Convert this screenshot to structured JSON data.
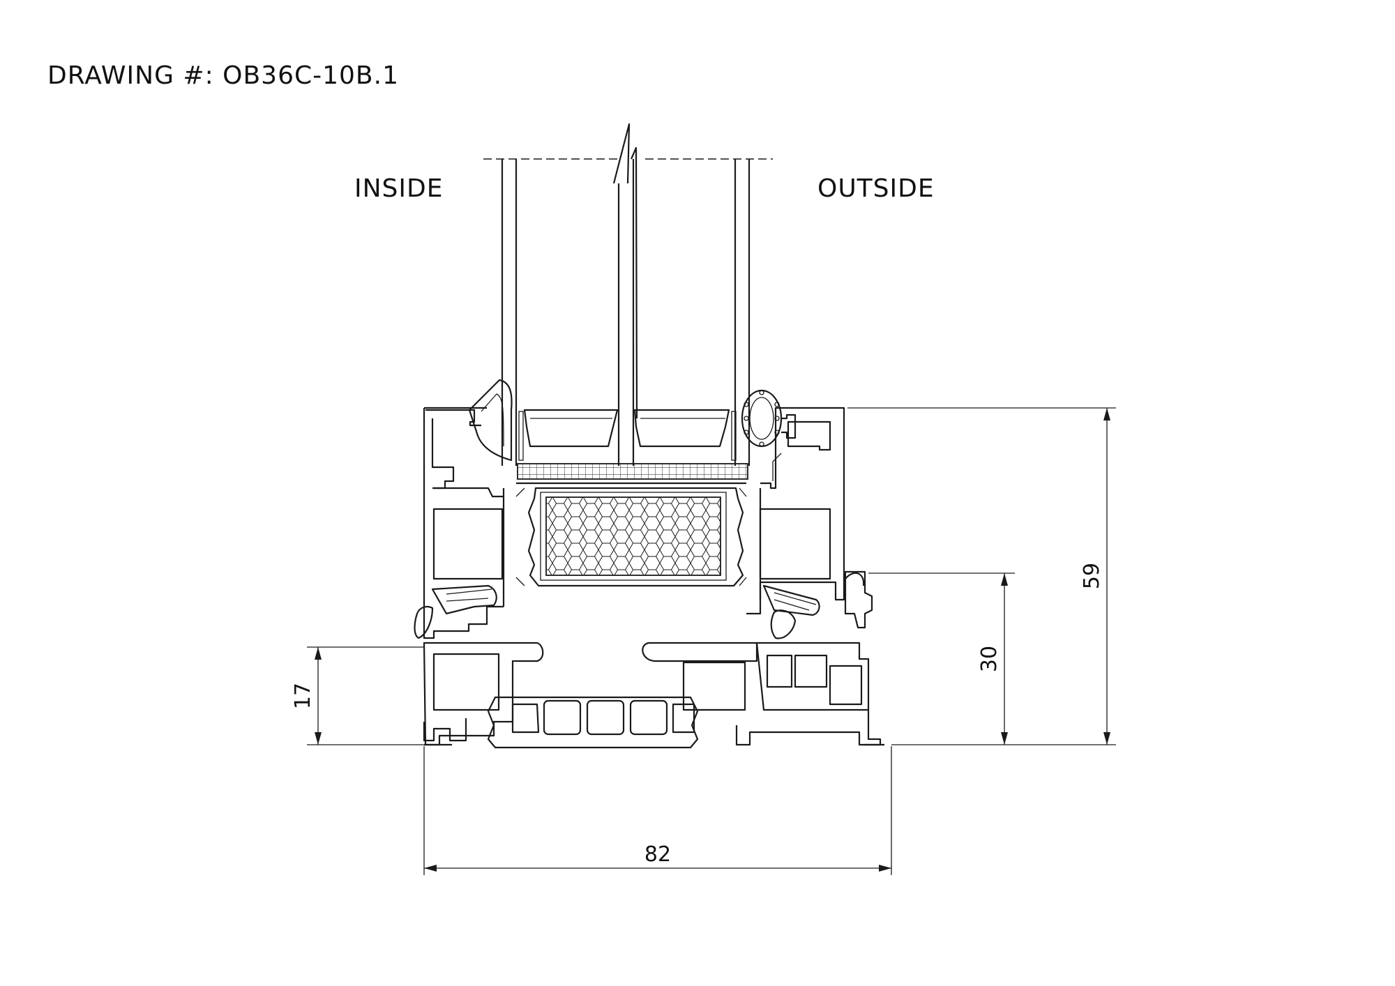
{
  "drawing_number": "DRAWING #: OB36C-10B.1",
  "labels": {
    "inside": "INSIDE",
    "outside": "OUTSIDE"
  },
  "dimensions": {
    "overall_width": "82",
    "overall_height": "59",
    "sash_height": "30",
    "frame_sill_height": "17"
  }
}
